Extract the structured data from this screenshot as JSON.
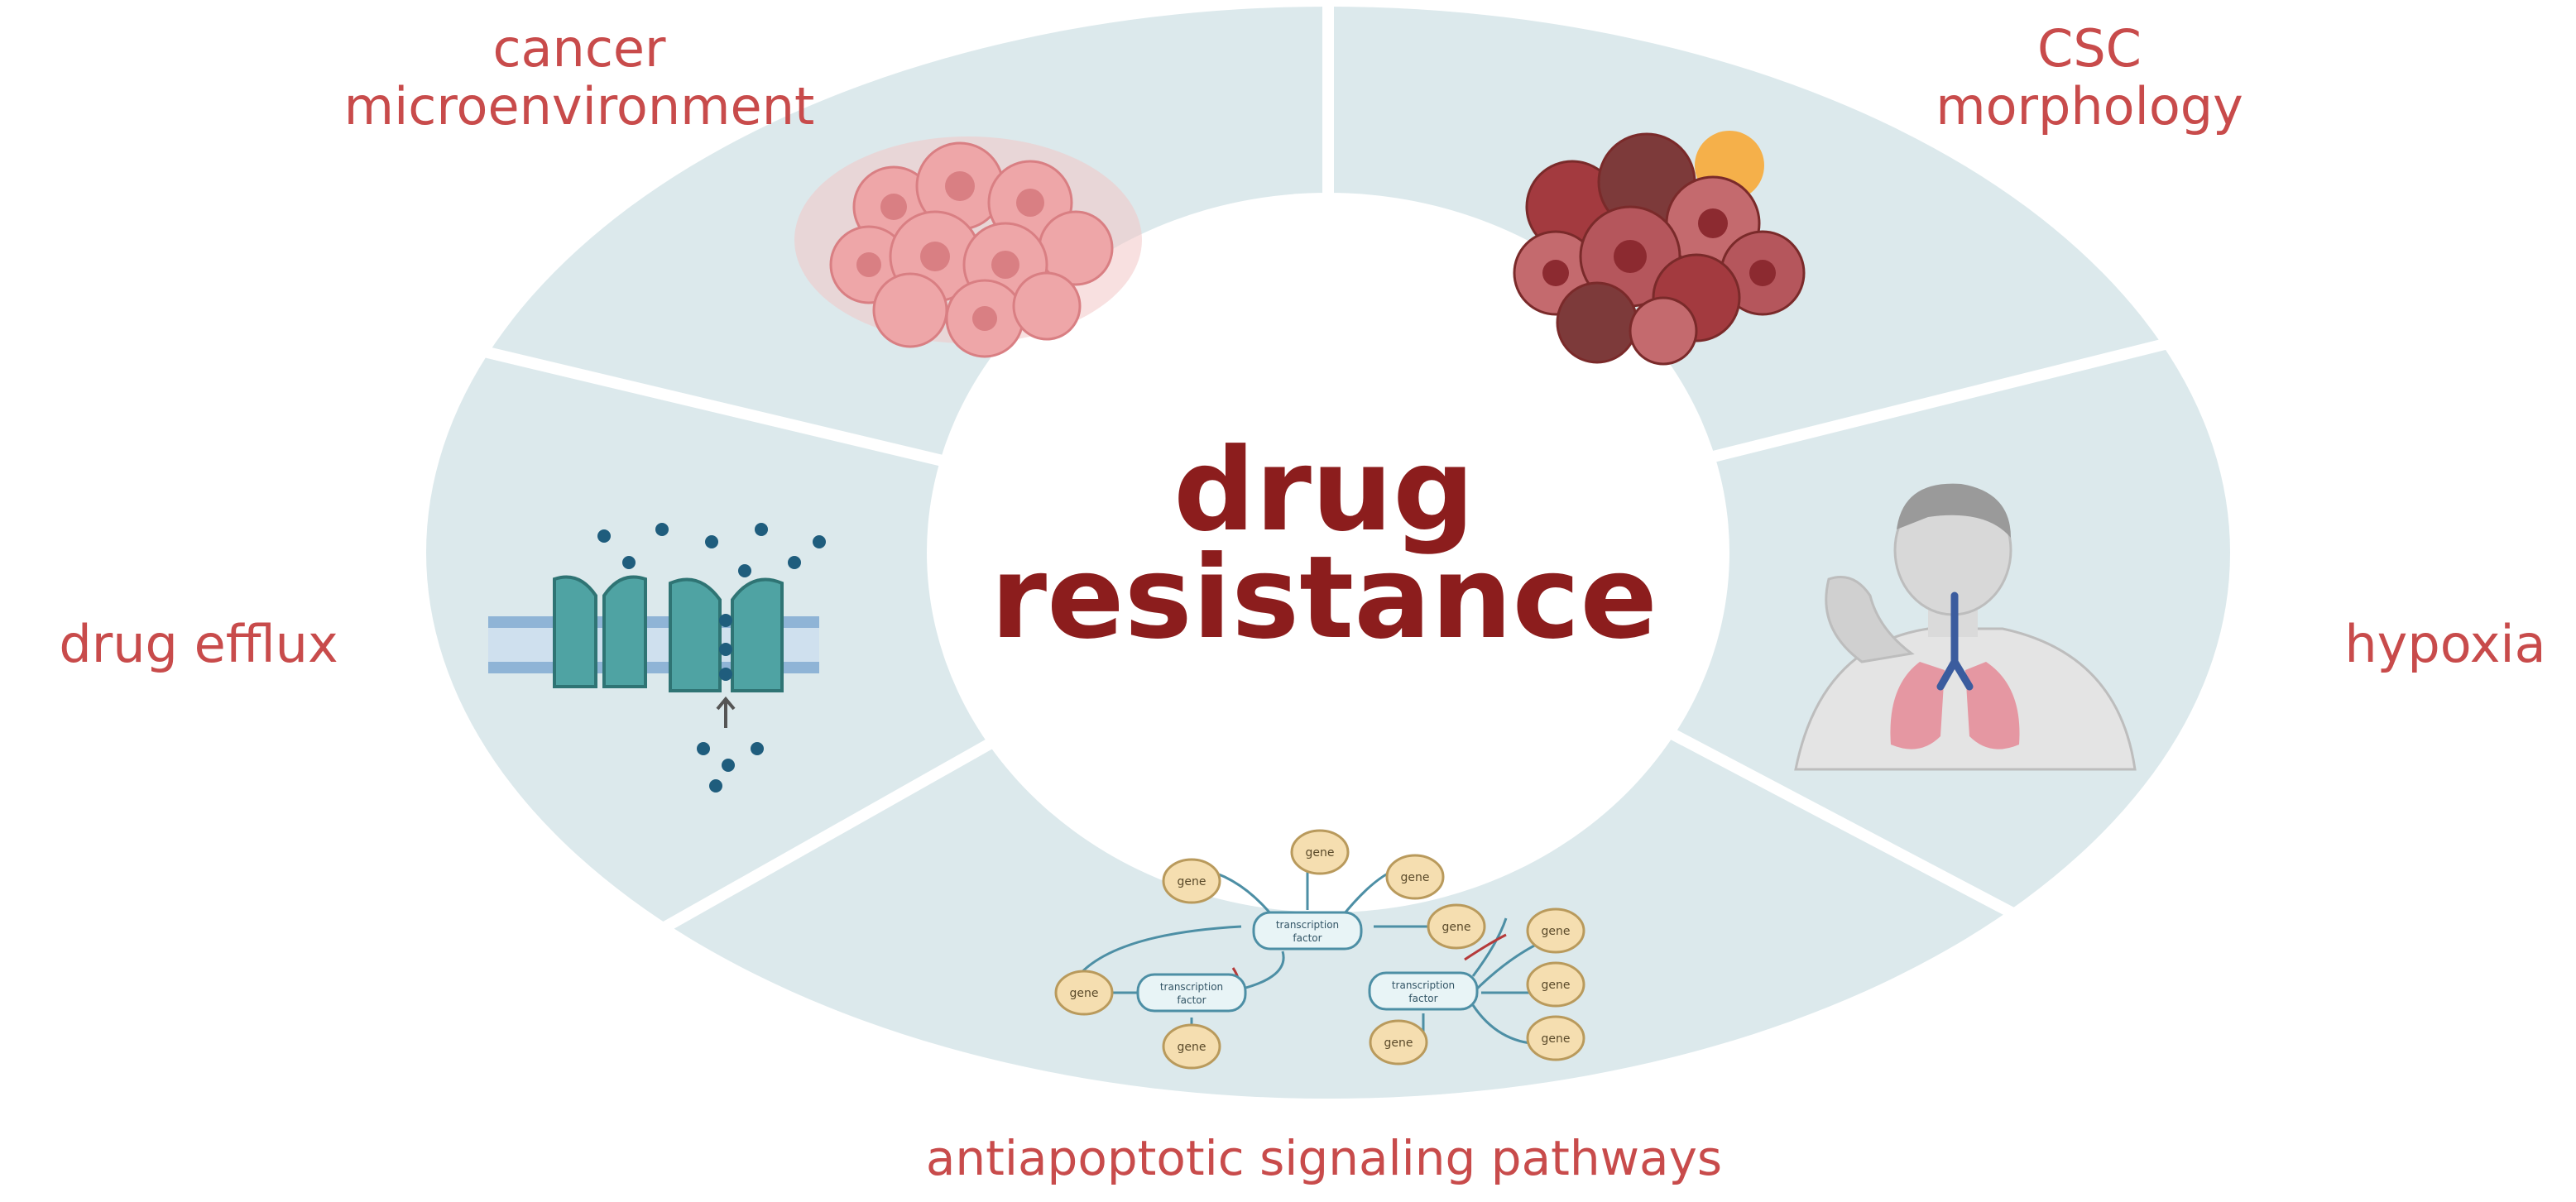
{
  "diagram": {
    "center_label_line1": "drug",
    "center_label_line2": "resistance",
    "segments": [
      {
        "key": "cancer-microenvironment",
        "label_lines": [
          "cancer",
          "microenvironment"
        ]
      },
      {
        "key": "csc-morphology",
        "label_lines": [
          "CSC",
          "morphology"
        ]
      },
      {
        "key": "hypoxia",
        "label_lines": [
          "hypoxia"
        ]
      },
      {
        "key": "antiapoptotic-signaling-pathways",
        "label_lines": [
          "antiapoptotic signaling pathways"
        ]
      },
      {
        "key": "drug-efflux",
        "label_lines": [
          "drug efflux"
        ]
      }
    ],
    "network": {
      "gene_label": "gene",
      "transcription_factor_label_line1": "transcription",
      "transcription_factor_label_line2": "factor"
    }
  },
  "colors": {
    "ring_fill": "#dce9ec",
    "label_text": "#c84b4b",
    "center_text": "#8c1d1d",
    "separator": "#ffffff",
    "gene_fill": "#f5deb0",
    "gene_stroke": "#b99a5c",
    "tf_fill": "#e8f4f6",
    "tf_stroke": "#4d8fa5",
    "pump_fill": "#4fa3a3",
    "drug_dot": "#1f5d7d"
  }
}
